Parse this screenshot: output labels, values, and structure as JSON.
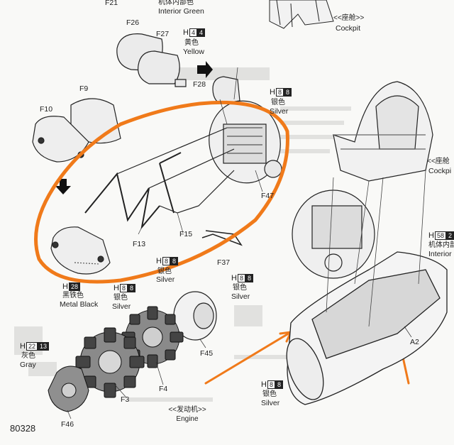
{
  "top": {
    "f21": "F21",
    "interior_green_cn": "机体内部色",
    "interior_green_en": "Interior Green",
    "cockpit_cn": "<<座舱>>",
    "cockpit_en": "Cockpit"
  },
  "parts": {
    "f26": "F26",
    "f27": "F27",
    "f28": "F28",
    "f9": "F9",
    "f10": "F10",
    "f13": "F13",
    "f15": "F15",
    "f37": "F37",
    "f47": "F47",
    "f45": "F45",
    "f4": "F4",
    "f3": "F3",
    "f46": "F46",
    "a2": "A2"
  },
  "paints": {
    "yellow": {
      "h": "H",
      "n1": "4",
      "n2": "4",
      "cn": "黄色",
      "en": "Yellow"
    },
    "silver_top": {
      "h": "H",
      "n1": "8",
      "n2": "8",
      "cn": "银色",
      "en": "Silver"
    },
    "silver_mid": {
      "h": "H",
      "n1": "8",
      "n2": "8",
      "cn": "银色",
      "en": "Silver"
    },
    "metal_black": {
      "h": "H",
      "n2": "28",
      "cn": "黑铁色",
      "en": "Metal Black"
    },
    "silver_left": {
      "h": "H",
      "n1": "8",
      "n2": "8",
      "cn": "银色",
      "en": "Silver"
    },
    "silver_f45": {
      "h": "H",
      "n1": "8",
      "n2": "8",
      "cn": "银色",
      "en": "Silver"
    },
    "gray": {
      "h": "H",
      "n1": "22",
      "n2": "13",
      "cn": "灰色",
      "en": "Gray"
    },
    "silver_bottom": {
      "h": "H",
      "n1": "8",
      "n2": "8",
      "cn": "银色",
      "en": "Silver"
    },
    "interior_right": {
      "h": "H",
      "n1": "58",
      "n2": "2",
      "cn": "机体内部",
      "en": "Interior G"
    }
  },
  "right": {
    "cockpit_cn": "<<座舱",
    "cockpit_en": "Cockpi"
  },
  "engine": {
    "cn": "<<发动机>>",
    "en": "Engine"
  },
  "page_code": "80328",
  "colors": {
    "annotation": "#f07a1a",
    "ink": "#222222",
    "paper": "#f9f9f7"
  }
}
